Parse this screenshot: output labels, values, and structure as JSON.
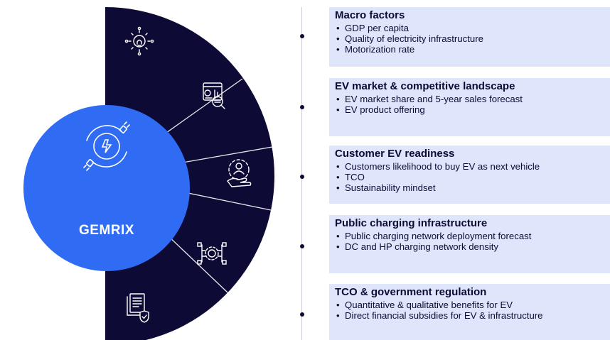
{
  "center": {
    "title": "GEMRIX"
  },
  "segment_icons": [
    "sun-lightbulb-icon",
    "chart-magnifier-icon",
    "person-hand-icon",
    "gear-network-icon",
    "document-shield-icon"
  ],
  "categories": [
    {
      "title": "Macro factors",
      "items": [
        "GDP per capita",
        "Quality of electricity infrastructure",
        "Motorization rate"
      ]
    },
    {
      "title": "EV market & competitive landscape",
      "items": [
        "EV market share and 5-year sales forecast",
        "EV product offering"
      ]
    },
    {
      "title": "Customer EV readiness",
      "items": [
        "Customers likelihood to buy EV as next vehicle",
        "TCO",
        "Sustainability mindset"
      ]
    },
    {
      "title": "Public charging infrastructure",
      "items": [
        "Public charging network deployment forecast",
        "DC and HP charging network density"
      ]
    },
    {
      "title": "TCO & government regulation",
      "items": [
        "Quantitative & qualitative benefits for EV",
        "Direct financial subsidies for EV & infrastructure"
      ]
    }
  ],
  "colors": {
    "navy": "#0d0b35",
    "blue": "#2f6cf3",
    "card": "#dfe5fb",
    "divider": "#c8ccd6"
  }
}
